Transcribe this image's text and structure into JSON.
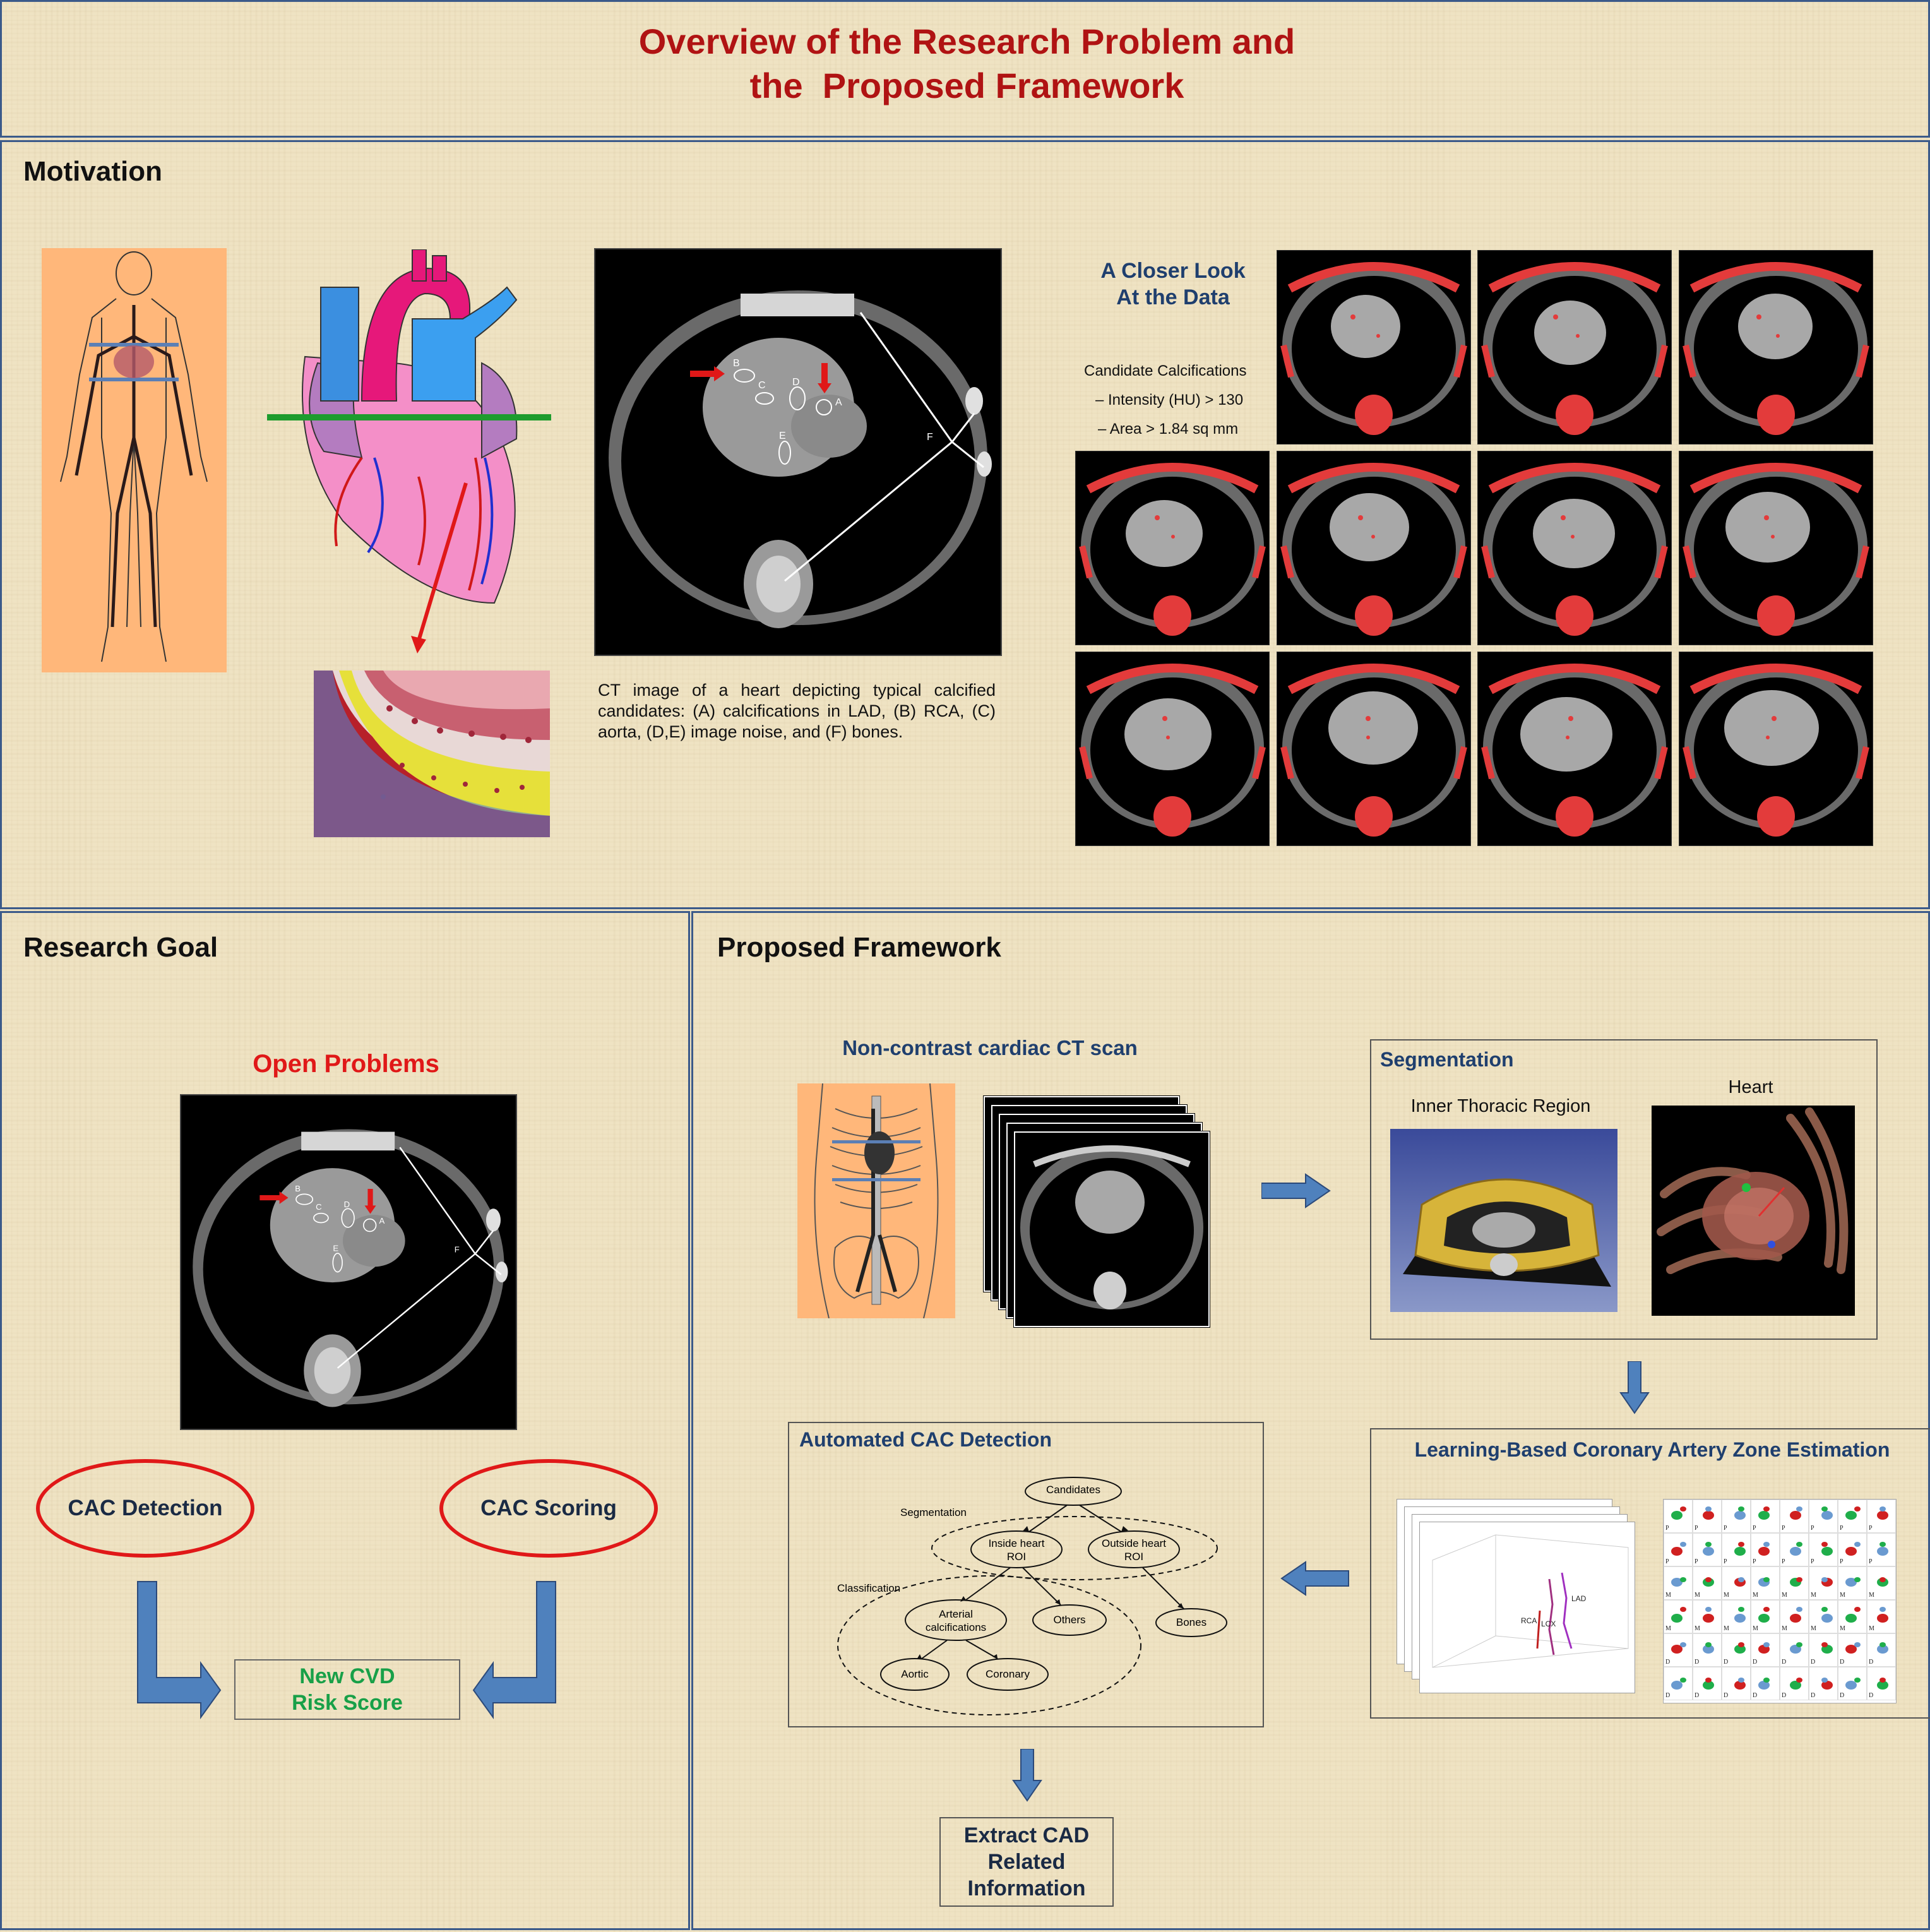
{
  "header": {
    "title_line1": "Overview of the Research Problem and",
    "title_line2": "the  Proposed Framework"
  },
  "motivation": {
    "heading": "Motivation",
    "ct_caption": "CT image of a heart depicting typical calcified candidates: (A) calcifications in LAD, (B) RCA, (C) aorta, (D,E) image noise, and (F) bones.",
    "closer_look_title": "A Closer Look At the Data",
    "candidates_heading": "Candidate Calcifications",
    "criterion_intensity": "– Intensity (HU) > 130",
    "criterion_area": "– Area > 1.84 sq mm",
    "ct_labels": [
      "A",
      "B",
      "C",
      "D",
      "E",
      "F"
    ]
  },
  "research_goal": {
    "heading": "Research Goal",
    "open_problems": "Open Problems",
    "cac_detection": "CAC Detection",
    "cac_scoring": "CAC Scoring",
    "new_score": "New CVD Risk Score"
  },
  "framework": {
    "heading": "Proposed Framework",
    "ct_scan_label": "Non-contrast cardiac CT scan",
    "segmentation": {
      "title": "Segmentation",
      "inner_thoracic": "Inner Thoracic Region",
      "heart": "Heart"
    },
    "zone_estimation_title": "Learning-Based Coronary Artery Zone Estimation",
    "plot_labels": [
      "RCA",
      "LCX",
      "LAD"
    ],
    "grid_row_labels": [
      "P",
      "M",
      "D"
    ],
    "detection": {
      "title": "Automated CAC Detection",
      "candidates": "Candidates",
      "segmentation": "Segmentation",
      "inside": "Inside heart ROI",
      "outside": "Outside heart ROI",
      "classification": "Classification",
      "arterial": "Arterial calcifications",
      "others": "Others",
      "bones": "Bones",
      "aortic": "Aortic",
      "coronary": "Coronary"
    },
    "extract": "Extract CAD Related Information"
  },
  "colors": {
    "title_red": "#b01313",
    "heading_blue": "#1f3f6e",
    "open_problems_red": "#e01818",
    "score_green": "#18a048",
    "arrow_blue": "#4f81bd"
  }
}
